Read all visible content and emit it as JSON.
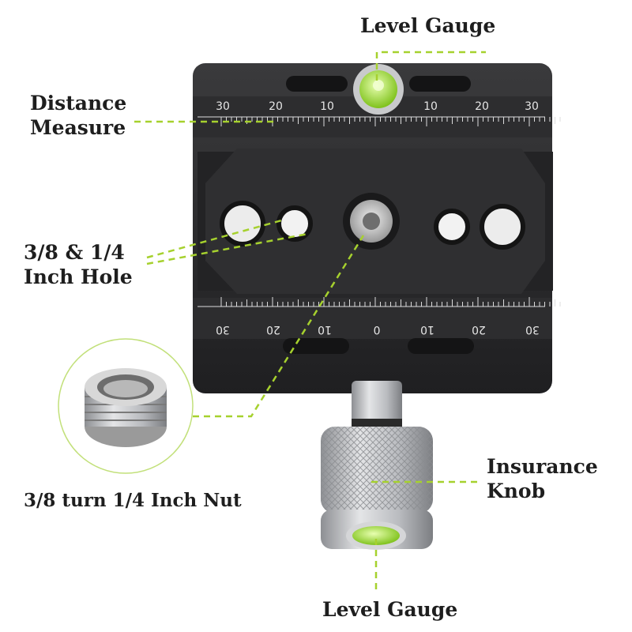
{
  "labels": {
    "level_gauge_top": "Level Gauge",
    "distance_measure": {
      "line1": "Distance",
      "line2": "Measure"
    },
    "hole": {
      "line1": "3/8 & 1/4",
      "line2": "Inch Hole"
    },
    "nut": "3/8 turn 1/4 Inch Nut",
    "knob": {
      "line1": "Insurance",
      "line2": "Knob"
    },
    "level_gauge_bottom": "Level Gauge"
  },
  "scales": {
    "top": [
      "30",
      "20",
      "10",
      "10",
      "20",
      "30"
    ],
    "bottom": [
      "30",
      "20",
      "10",
      "0",
      "10",
      "20",
      "30"
    ]
  },
  "colors": {
    "leader_line": "#a6d12e",
    "plate": "#2b2b2d",
    "bubble": "#b7f03a",
    "label_text": "#1e1e1e"
  }
}
